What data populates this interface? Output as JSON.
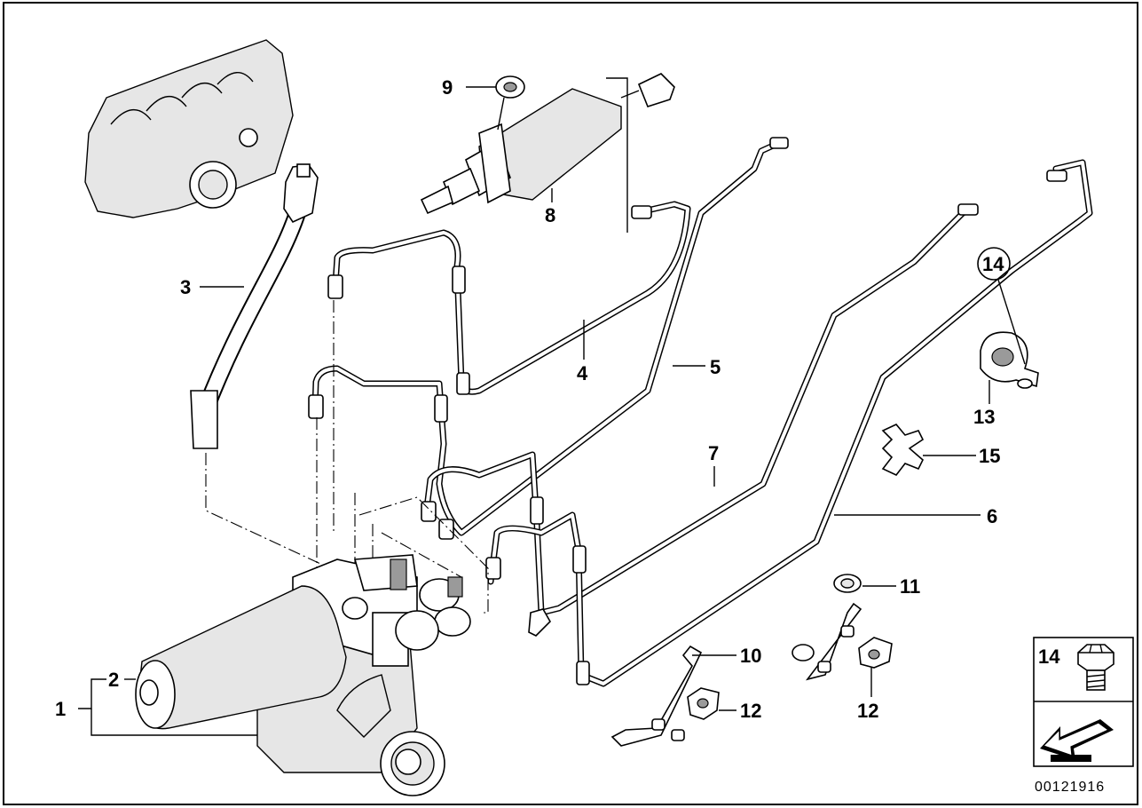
{
  "diagram": {
    "frame_color": "#000000",
    "background": "#ffffff",
    "callouts": {
      "p1": "1",
      "p2": "2",
      "p3": "3",
      "p4": "4",
      "p5": "5",
      "p6": "6",
      "p7": "7",
      "p8": "8",
      "p9": "9",
      "p10": "10",
      "p11": "11",
      "p12a": "12",
      "p12b": "12",
      "p13": "13",
      "p14": "14",
      "p15": "15"
    },
    "legend": {
      "bolt_label": "14",
      "bolt_icon": "bolt-icon",
      "arrow_icon": "arrow-icon"
    },
    "document_number": "00121916"
  }
}
